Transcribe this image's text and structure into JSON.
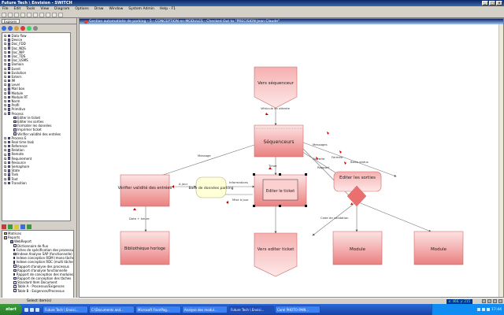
{
  "app": {
    "title": "Future Tech \\ Envision - SWITCH"
  },
  "menu": [
    "File",
    "Edit",
    "Tools",
    "View",
    "Diagram",
    "Options",
    "Draw",
    "Window",
    "System Admin",
    "Help - F1"
  ],
  "left": {
    "tab": "Explorer",
    "tree": [
      {
        "label": "Data flow",
        "sub": false
      },
      {
        "label": "Device",
        "sub": false
      },
      {
        "label": "Doc_FDD",
        "sub": false
      },
      {
        "label": "Doc_NDS",
        "sub": false
      },
      {
        "label": "Doc_NIP",
        "sub": false
      },
      {
        "label": "Doc_TDS",
        "sub": false
      },
      {
        "label": "Doc_USMS",
        "sub": false
      },
      {
        "label": "Domain",
        "sub": false
      },
      {
        "label": "Event",
        "sub": false
      },
      {
        "label": "Evolution",
        "sub": false
      },
      {
        "label": "Extern",
        "sub": false
      },
      {
        "label": "IM",
        "sub": false
      },
      {
        "label": "Level",
        "sub": false
      },
      {
        "label": "Mail box",
        "sub": false
      },
      {
        "label": "Module",
        "sub": false
      },
      {
        "label": "Module RT",
        "sub": false
      },
      {
        "label": "Norm",
        "sub": false
      },
      {
        "label": "Profil",
        "sub": false
      },
      {
        "label": "Primitive",
        "sub": false
      },
      {
        "label": "Process",
        "sub": false
      },
      {
        "label": "Editer le ticket",
        "sub": true
      },
      {
        "label": "Editer les sorties",
        "sub": true
      },
      {
        "label": "Formater les données",
        "sub": true
      },
      {
        "label": "Imprimer ticket",
        "sub": true
      },
      {
        "label": "Vérifier validité des entrées",
        "sub": true
      },
      {
        "label": "Process E",
        "sub": false
      },
      {
        "label": "Real time task",
        "sub": false
      },
      {
        "label": "Reference",
        "sub": false
      },
      {
        "label": "Relation",
        "sub": false
      },
      {
        "label": "Remote",
        "sub": false
      },
      {
        "label": "Requirement",
        "sub": false
      },
      {
        "label": "Resource",
        "sub": false
      },
      {
        "label": "Semaphore",
        "sub": false
      },
      {
        "label": "State",
        "sub": false
      },
      {
        "label": "Task",
        "sub": false
      },
      {
        "label": "Text",
        "sub": false
      },
      {
        "label": "Transition",
        "sub": false
      }
    ],
    "tree2": [
      {
        "label": "Matrices",
        "level": 0
      },
      {
        "label": "Reports",
        "level": 0
      },
      {
        "label": "WebReport",
        "level": 1
      },
      {
        "label": "Dictionnaire de flux",
        "level": 2
      },
      {
        "label": "Fiches de spécification des processus",
        "level": 2
      },
      {
        "label": "Indexe Analyse SAP (fonctionnelle)",
        "level": 2
      },
      {
        "label": "Indexe conception RDM (mono tâche)",
        "level": 2
      },
      {
        "label": "Indexe conception RDC (multi tâches)",
        "level": 2
      },
      {
        "label": "Rapport d'analyse des processus",
        "level": 2
      },
      {
        "label": "Rapport d'analyse fonctionnelle",
        "level": 2
      },
      {
        "label": "Rapport de conception des modules",
        "level": 2
      },
      {
        "label": "Rapport de conception des tâches",
        "level": 2
      },
      {
        "label": "Standard Item Document",
        "level": 2
      },
      {
        "label": "Table A - Processus/Exigences",
        "level": 2
      },
      {
        "label": "Table B - Exigences/Processus",
        "level": 2
      }
    ]
  },
  "doc": {
    "title": "Gestion automatisée de parking - 5 - CONCEPTION en MODULES - Checked Out to \"PRECISION Jean Claude\""
  },
  "diagram": {
    "nodes": {
      "vers_sequenceur": "Vers séquenceur",
      "sequenceur": "Séquenceurs",
      "verifier": "Vérifier validité des entrées",
      "base": "Base de données parking",
      "editer_ticket": "Editer le ticket",
      "editer_sorties": "Editer les sorties",
      "biblio": "Bibliothèque horloge",
      "vers_editer": "Vers editer ticket",
      "module1": "Module",
      "module2": "Module"
    },
    "labels": {
      "vehicule": "Véhicule en attente",
      "message_left": "Message",
      "message_right": "Messages",
      "fermee": "Fermée",
      "ouverte": "Ouverte",
      "etat": "Boite status",
      "rapport": "Rapport",
      "timer": "Timer",
      "a_jour": "A jour",
      "infos": "Informations",
      "mise_a_jour": "Mise à jour",
      "date_heure": "Date + heure",
      "code_validation": "Code de validation"
    }
  },
  "status": {
    "text": "Select item(s)",
    "coord": "x: 466, y: 215"
  },
  "taskbar": {
    "start": "start",
    "tasks": [
      "Future Tech \\ Envisi...",
      "C:\\Documents and...",
      "Microsoft FrontPag...",
      "Analyse des modul...",
      "Future Tech \\ Envisi...",
      "Corel PHOTO-PAIN..."
    ],
    "clock": "17:44"
  },
  "colors": {
    "node_fill_top": "#f8c8c8",
    "node_fill_bottom": "#e86a6a",
    "base_fill": "#ffffd8",
    "arrow_red": "#cc0000"
  }
}
